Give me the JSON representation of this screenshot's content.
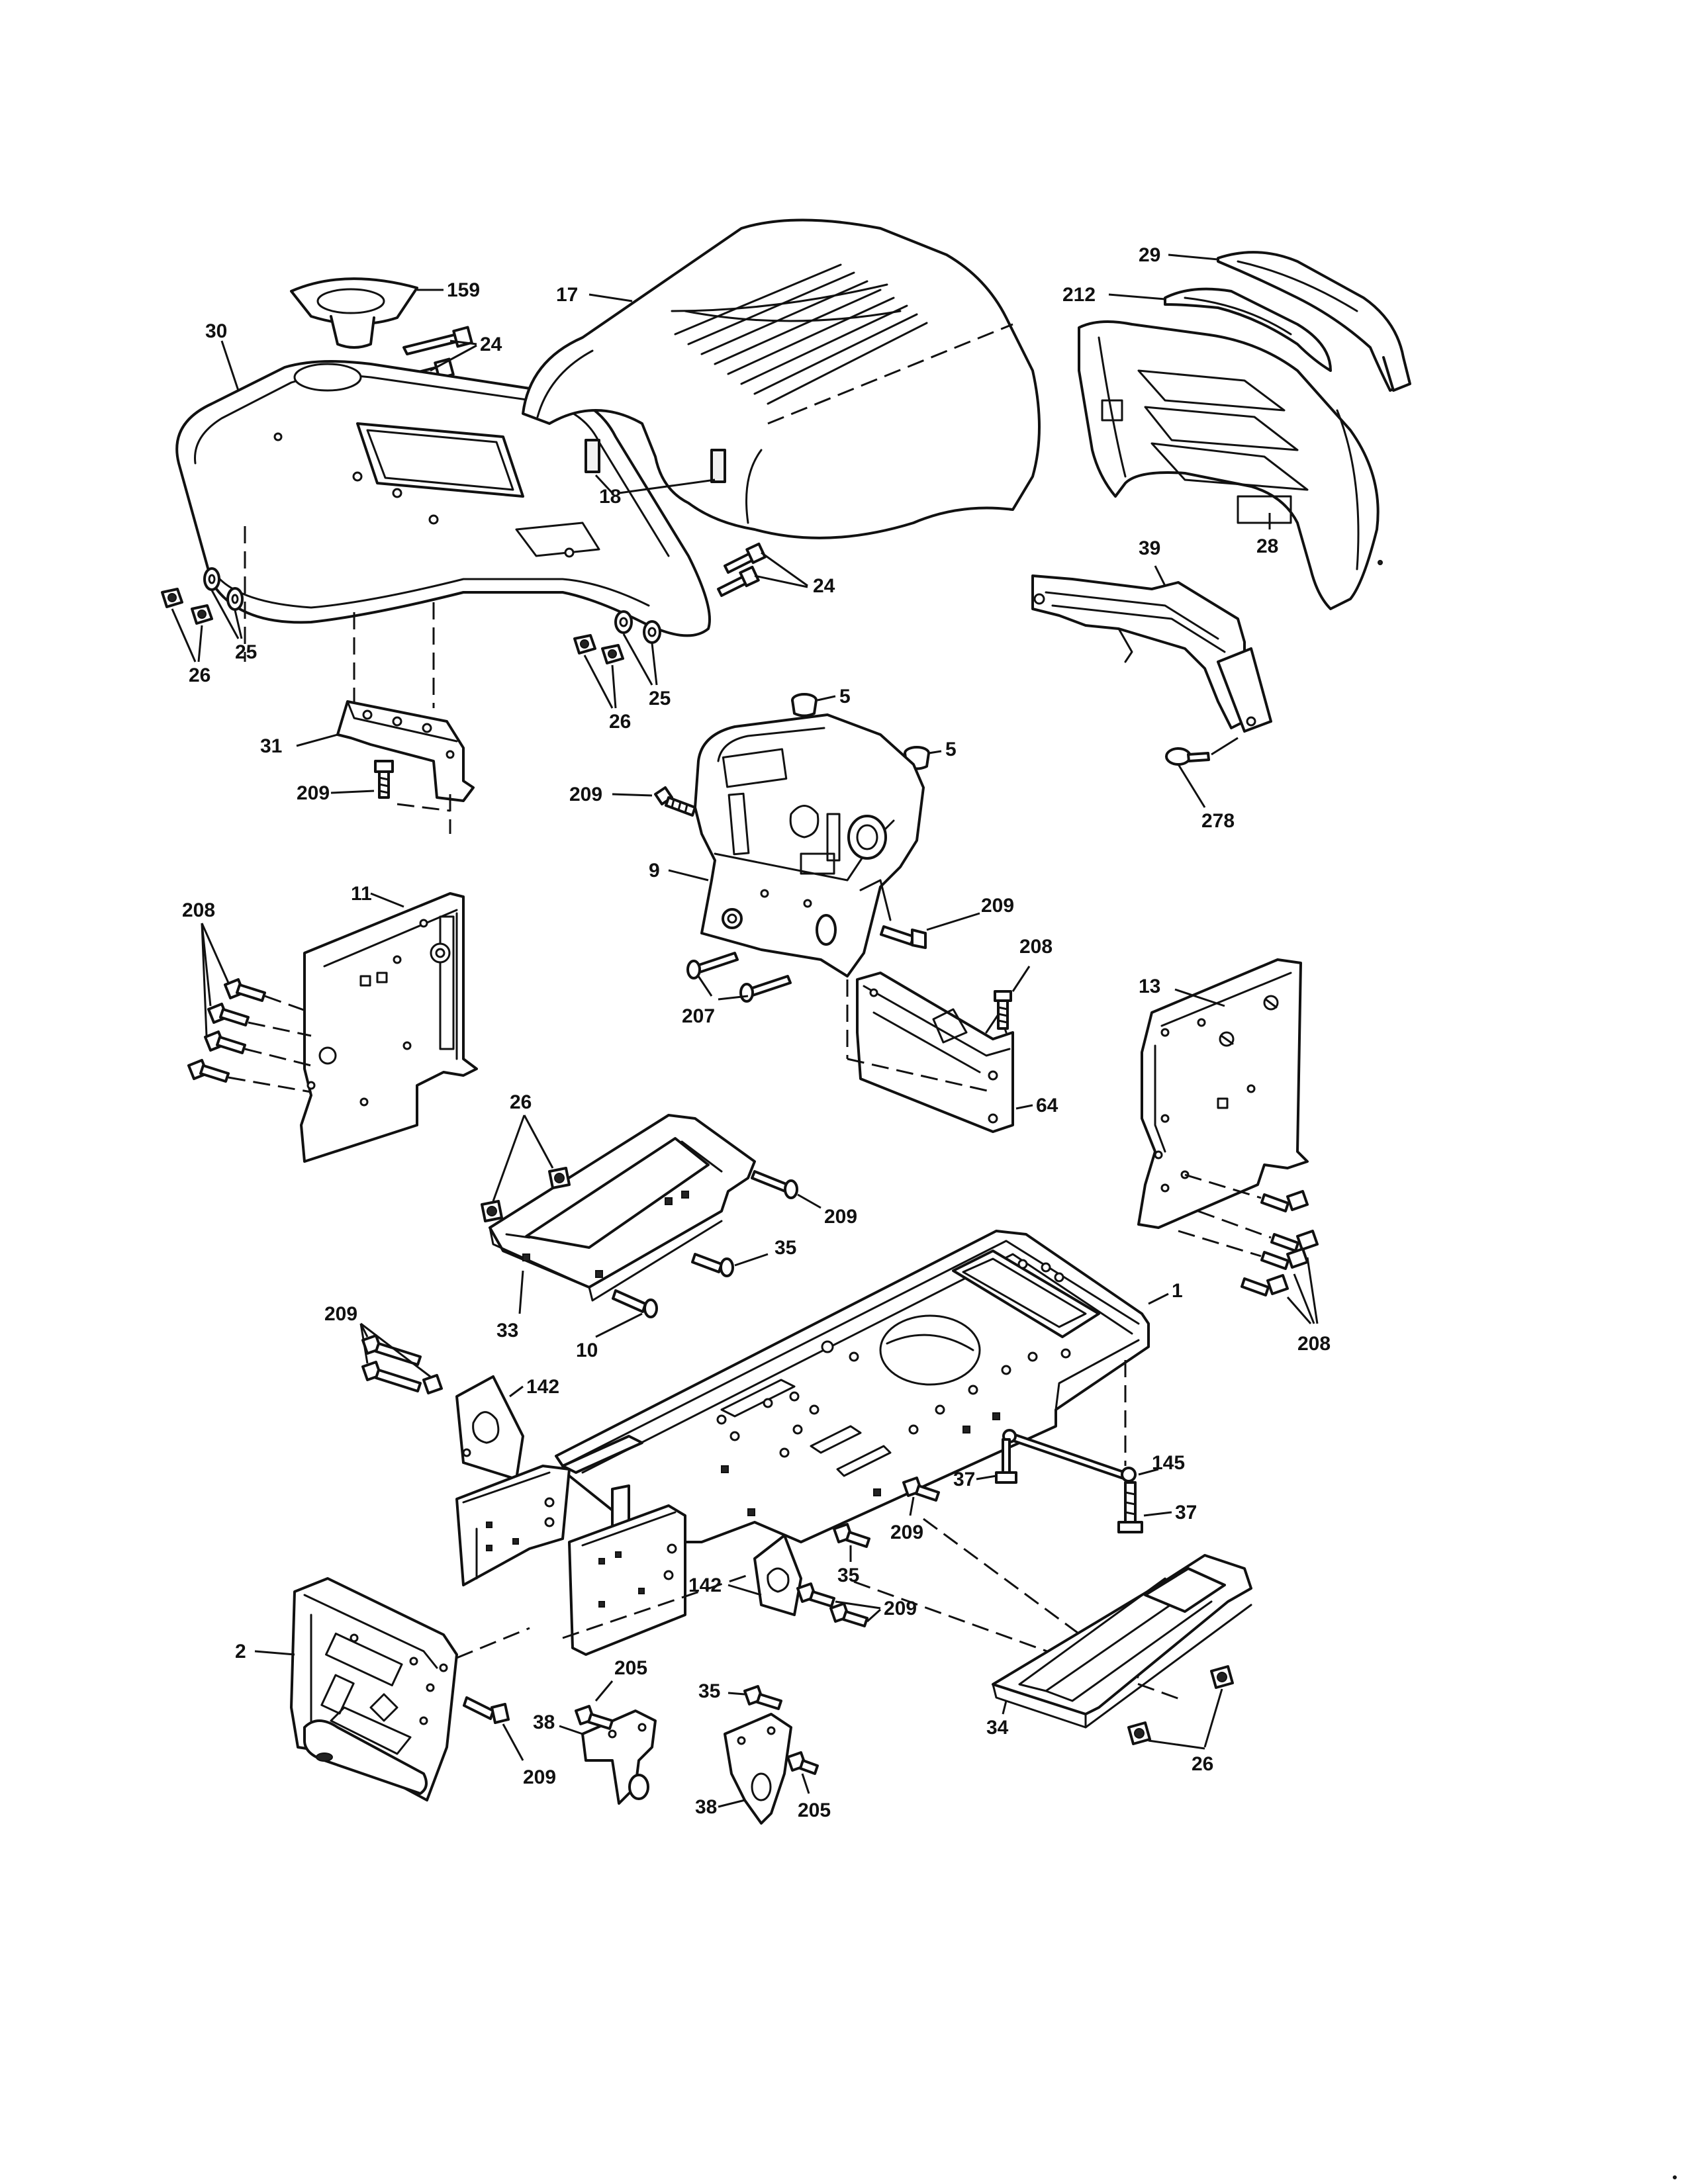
{
  "part_labels": {
    "p159": "159",
    "p24a": "24",
    "p30": "30",
    "p17": "17",
    "p29": "29",
    "p212": "212",
    "p18": "18",
    "p28": "28",
    "p24b": "24",
    "p39": "39",
    "p26a": "26",
    "p25a": "25",
    "p26b": "26",
    "p25b": "25",
    "p5a": "5",
    "p5b": "5",
    "p31": "31",
    "p209a": "209",
    "p209b": "209",
    "p278": "278",
    "p9": "9",
    "p208a": "208",
    "p11": "11",
    "p209c": "209",
    "p208b": "208",
    "p207": "207",
    "p13": "13",
    "p64": "64",
    "p26c": "26",
    "p209d": "209",
    "p35a": "35",
    "p33": "33",
    "p10": "10",
    "p1": "1",
    "p208c": "208",
    "p209e": "209",
    "p142a": "142",
    "p145": "145",
    "p37a": "37",
    "p37b": "37",
    "p209f": "209",
    "p35b": "35",
    "p142b": "142",
    "p209g": "209",
    "p2": "2",
    "p205a": "205",
    "p35c": "35",
    "p38a": "38",
    "p34": "34",
    "p26d": "26",
    "p209h": "209",
    "p38b": "38",
    "p205b": "205"
  }
}
